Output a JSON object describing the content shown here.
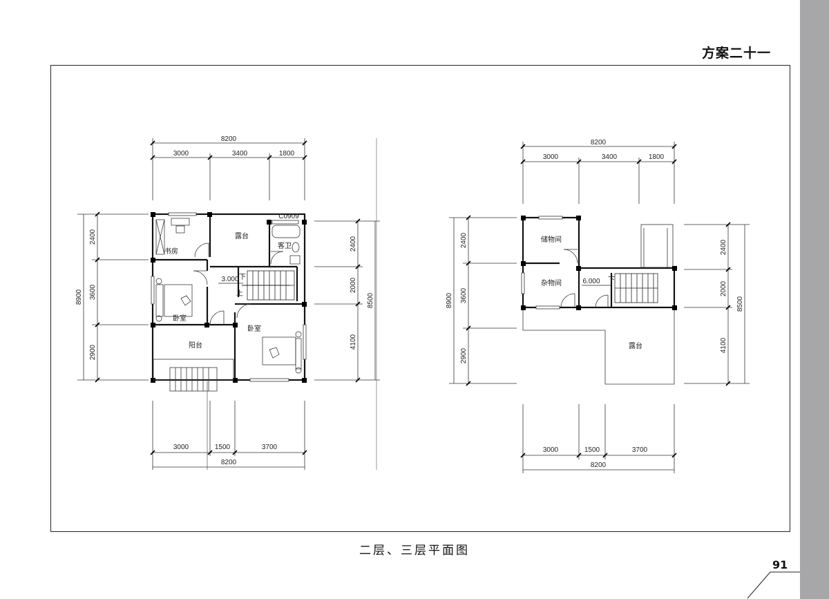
{
  "page": {
    "title": "方案二十一",
    "caption": "二层、三层平面图",
    "page_number": "91"
  },
  "plan_left": {
    "overall_top": "8200",
    "top_dims": [
      "3000",
      "3400",
      "1800"
    ],
    "left_total": "8900",
    "left_dims": [
      "2400",
      "3600",
      "2900"
    ],
    "right_total": "8500",
    "right_dims": [
      "2400",
      "2000",
      "4100"
    ],
    "bottom_dims": [
      "3000",
      "1500",
      "3700"
    ],
    "overall_bottom": "8200",
    "window_tag": "C0909",
    "level": "3.000",
    "stair_down": "下",
    "stair_up": "上",
    "rooms": {
      "study": "书房",
      "terrace": "露台",
      "guest_bath": "客卫",
      "bedroom_west": "卧室",
      "bedroom_east": "卧室",
      "balcony": "阳台"
    }
  },
  "plan_right": {
    "overall_top": "8200",
    "top_dims": [
      "3000",
      "3400",
      "1800"
    ],
    "left_total": "8900",
    "left_dims": [
      "2400",
      "3600",
      "2900"
    ],
    "right_total": "8500",
    "right_dims": [
      "2400",
      "2000",
      "4100"
    ],
    "bottom_dims": [
      "3000",
      "1500",
      "3700"
    ],
    "overall_bottom": "8200",
    "level": "6.000",
    "stair_down": "下",
    "rooms": {
      "storage": "储物间",
      "utility": "杂物间",
      "terrace": "露台"
    }
  }
}
